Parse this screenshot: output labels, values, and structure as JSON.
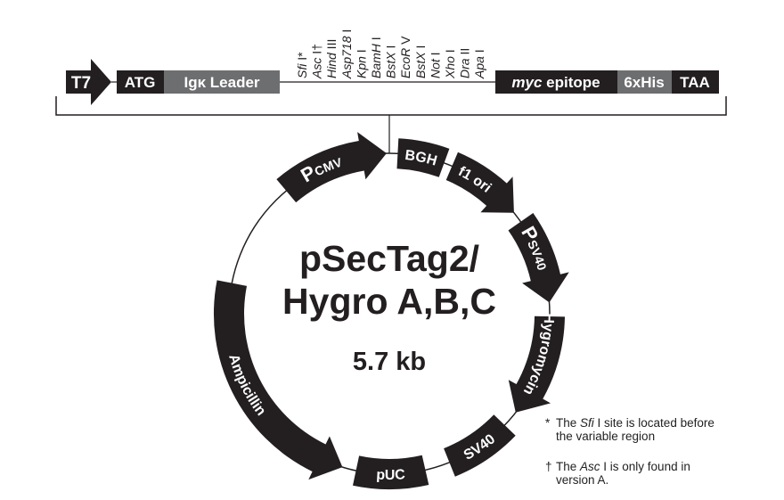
{
  "colors": {
    "feature": "#231f20",
    "leader": "#6d6e70",
    "line": "#231f20",
    "text_on_feature": "#ffffff"
  },
  "linear_map": {
    "promoter": "T7",
    "atg": "ATG",
    "leader": "Igκ Leader",
    "sites": [
      "Sfi I*",
      "Asc I†",
      "Hind III",
      "Asp718 I",
      "Kpn I",
      "BamH I",
      "BstX I",
      "EcoR V",
      "BstX I",
      "Not I",
      "Xho I",
      "Dra II",
      "Apa I"
    ],
    "myc_italic": "myc",
    "myc_rest": " epitope",
    "his": "6xHis",
    "stop": "TAA"
  },
  "plasmid": {
    "name_line1": "pSecTag2/",
    "name_line2": "Hygro A,B,C",
    "size": "5.7 kb",
    "features": [
      {
        "label": "P",
        "sub": "CMV",
        "type": "arrow",
        "direction": "cw"
      },
      {
        "label": "BGH",
        "type": "box"
      },
      {
        "label": "f1 ori",
        "type": "arrow",
        "direction": "cw"
      },
      {
        "label": "P",
        "sub": "SV40",
        "type": "arrow",
        "direction": "cw"
      },
      {
        "label": "Hygromycin",
        "type": "arrow",
        "direction": "cw"
      },
      {
        "label": "SV40",
        "type": "box"
      },
      {
        "label": "pUC",
        "type": "box"
      },
      {
        "label": "Ampicillin",
        "type": "arrow",
        "direction": "ccw"
      }
    ]
  },
  "notes": [
    {
      "mark": "*",
      "pre": "The ",
      "italic": "Sfi",
      "post": " I site is located before the variable region"
    },
    {
      "mark": "†",
      "pre": "The ",
      "italic": "Asc",
      "post": " I is only found in version A."
    }
  ]
}
